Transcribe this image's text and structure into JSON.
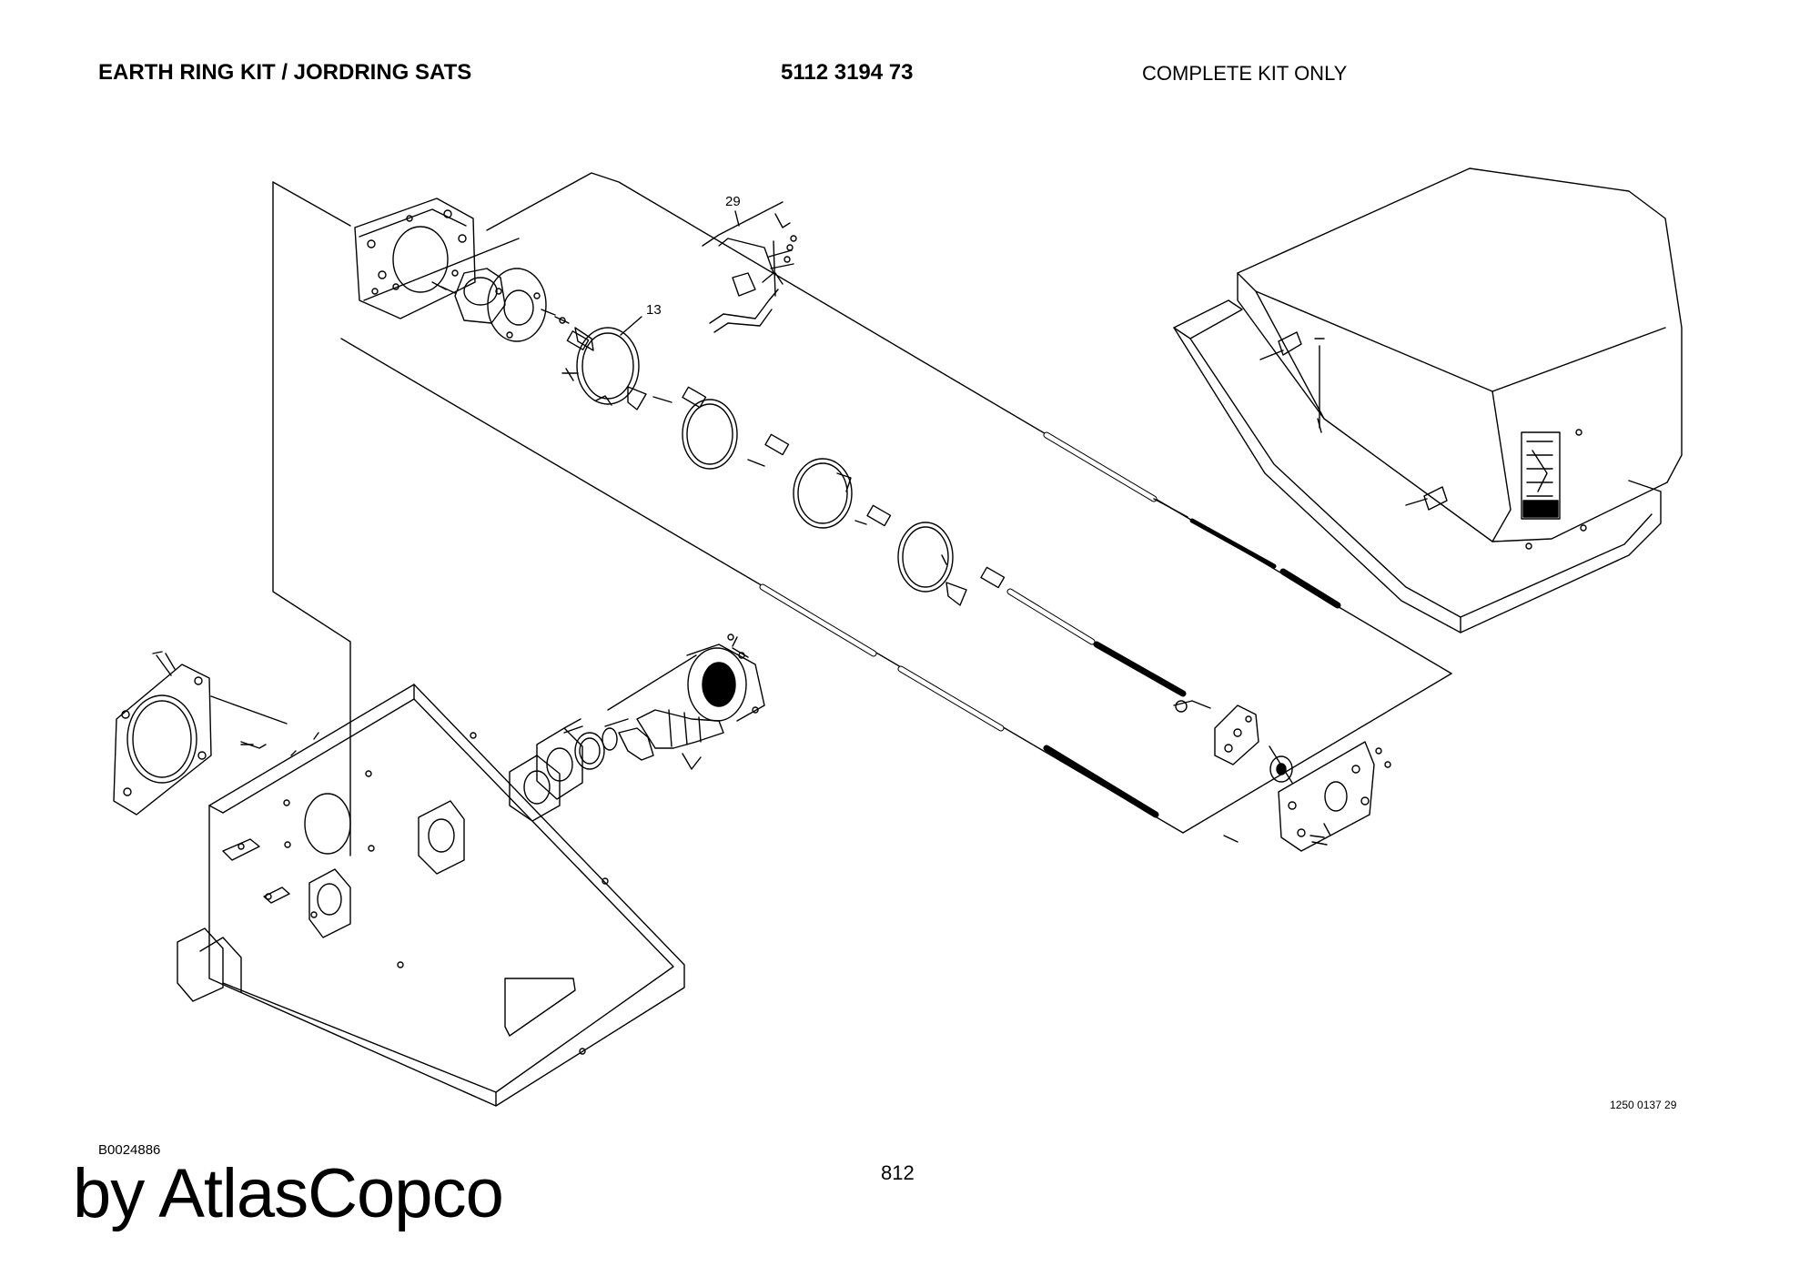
{
  "header": {
    "title": "EARTH RING KIT / JORDRING SATS",
    "part_number": "5112 3194 73",
    "note": "COMPLETE KIT ONLY"
  },
  "drawing": {
    "callouts": {
      "c29": "29",
      "c13": "13"
    },
    "drawing_code": "1250 0137 29"
  },
  "footer": {
    "doc_code": "B0024886",
    "page_number": "812",
    "brand": "by AtlasCopco"
  }
}
